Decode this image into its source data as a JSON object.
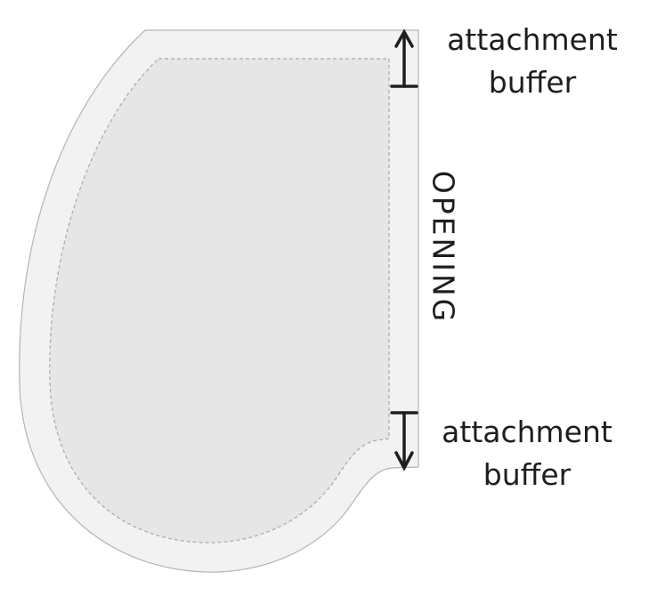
{
  "labels": {
    "top_buffer_line1": "attachment",
    "top_buffer_line2": "buffer",
    "opening": "OPENING",
    "bottom_buffer_line1": "attachment",
    "bottom_buffer_line2": "buffer"
  },
  "colors": {
    "outer_fill": "#f2f2f2",
    "outer_stroke": "#b4b4b4",
    "inner_fill": "#e6e6e6",
    "inner_stroke": "#a8a8a8",
    "ink": "#1e1e1e"
  }
}
